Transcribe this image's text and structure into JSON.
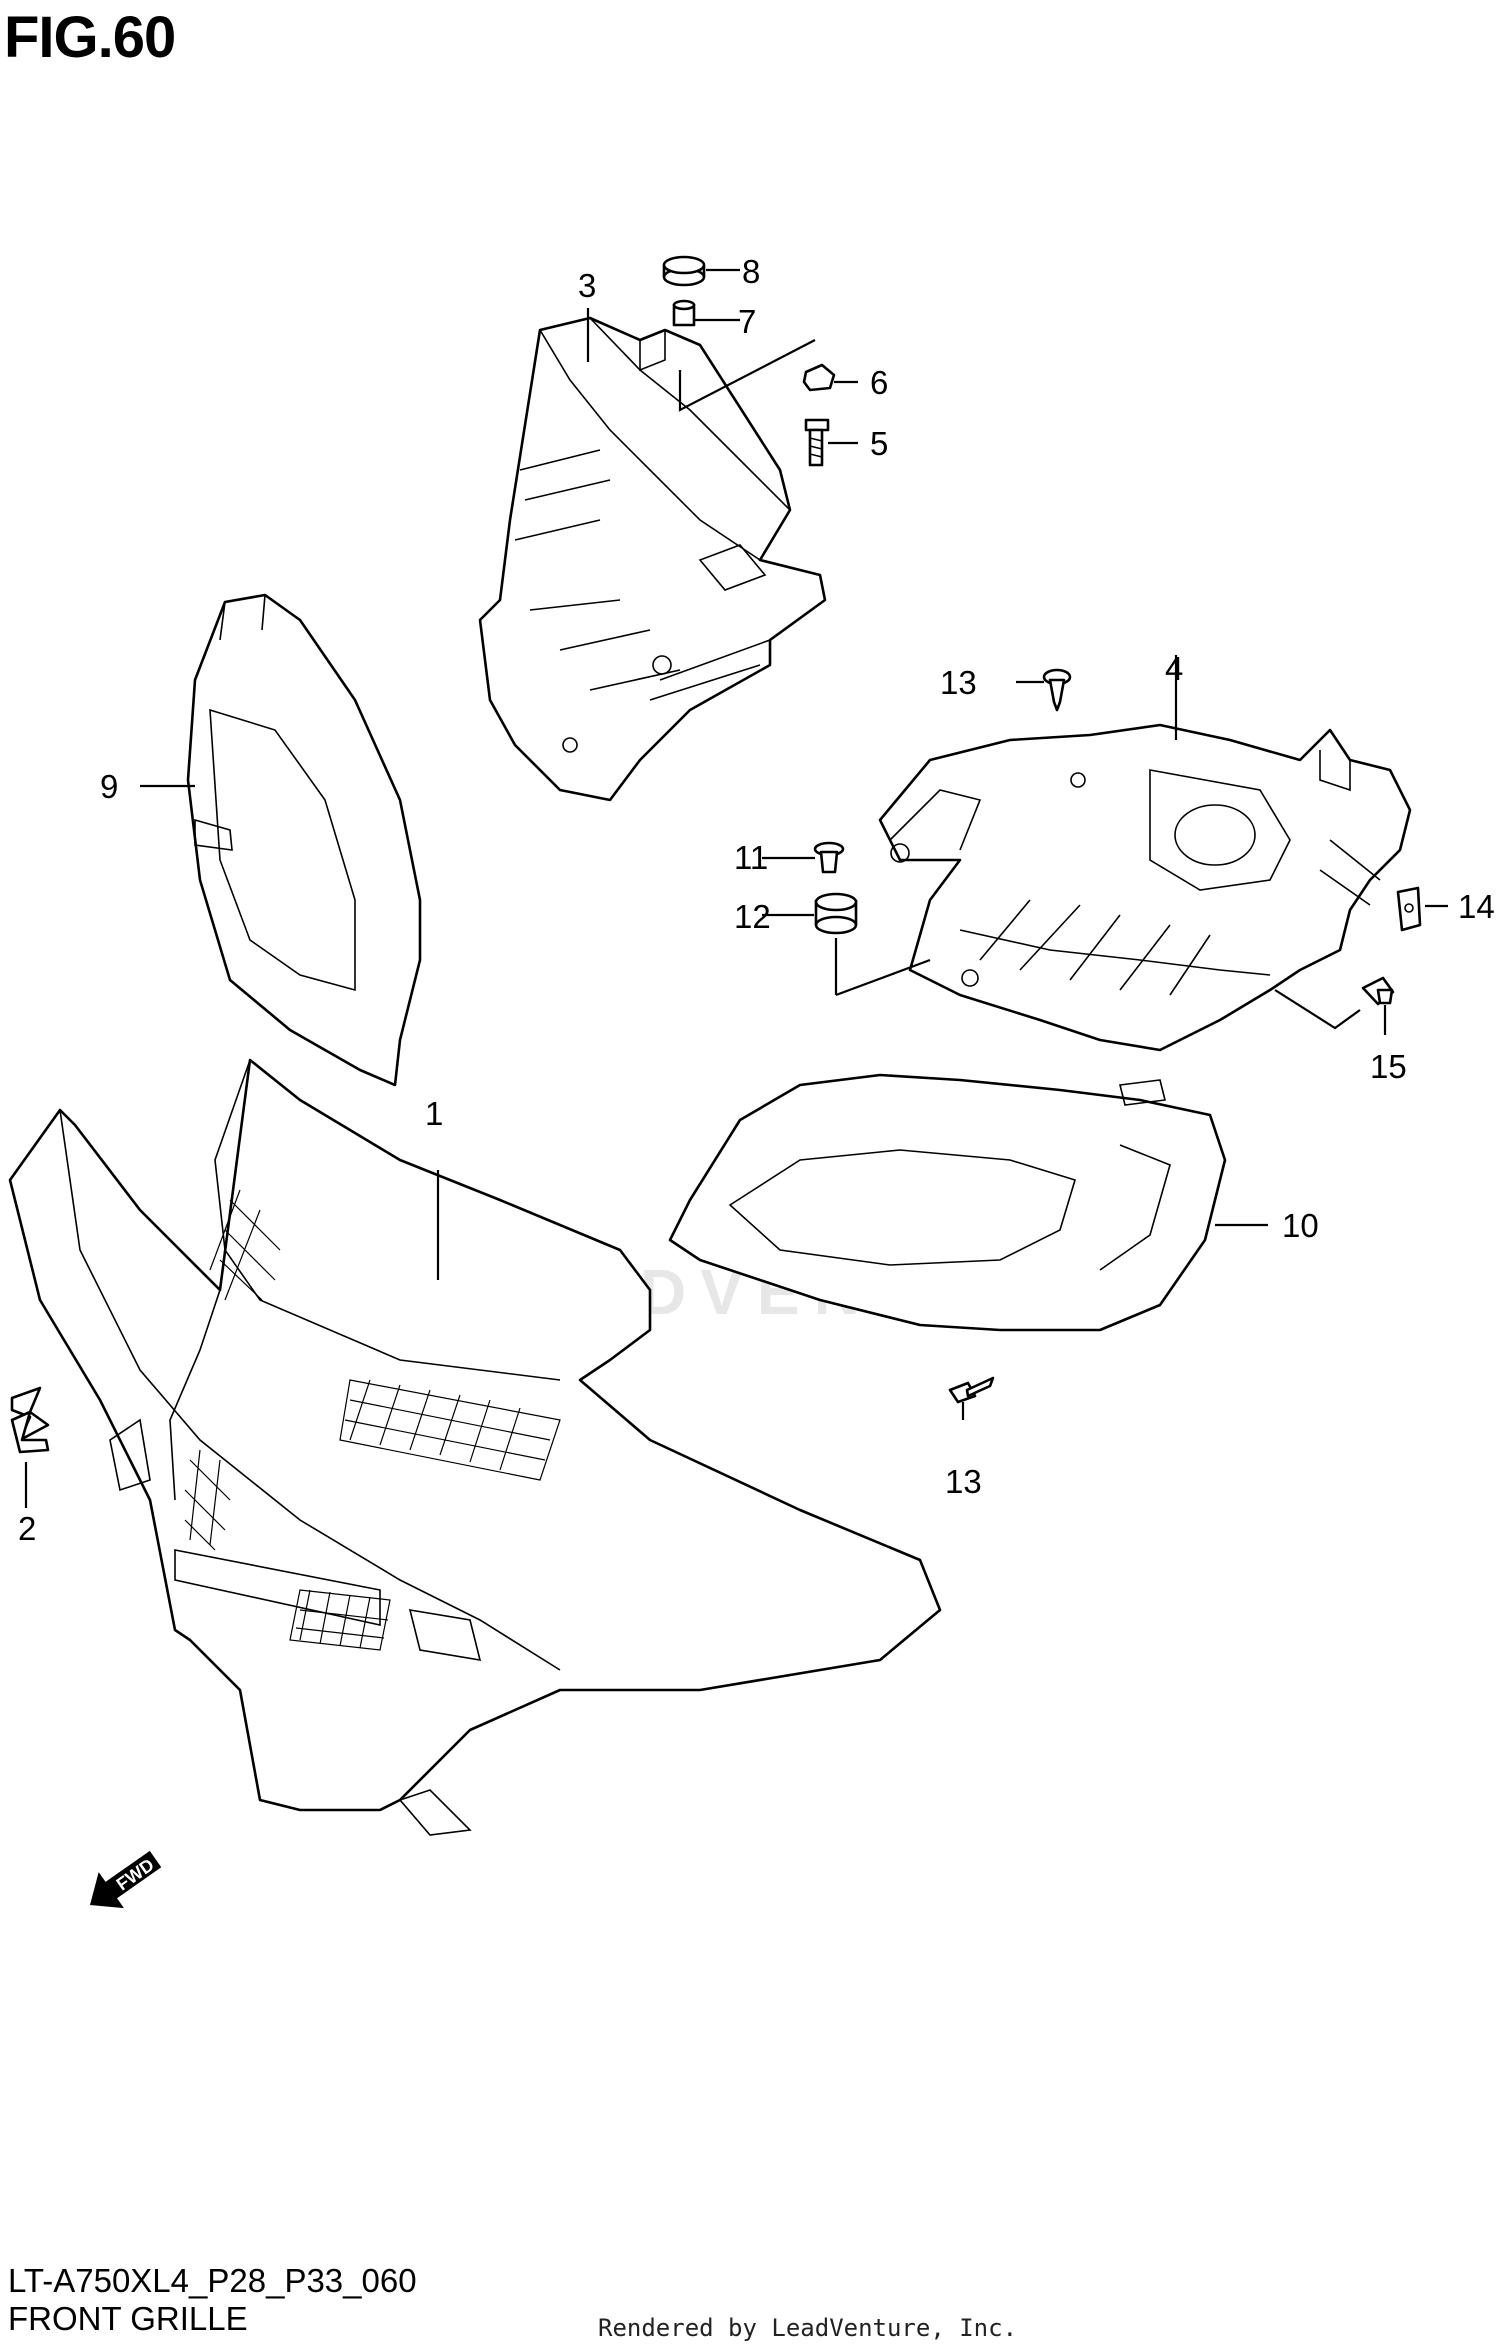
{
  "header": {
    "figure_title": "FIG.60"
  },
  "footer": {
    "model_code": "LT-A750XL4_P28_P33_060",
    "section_name": "FRONT GRILLE",
    "render_credit": "Rendered by LeadVenture, Inc."
  },
  "watermark": {
    "text": "LEADVENTURE"
  },
  "fwd_arrow": {
    "text": "FWD"
  },
  "callouts": [
    "1",
    "2",
    "3",
    "4",
    "5",
    "6",
    "7",
    "8",
    "9",
    "10",
    "11",
    "12",
    "13",
    "13",
    "14",
    "15"
  ],
  "colors": {
    "line": "#000000",
    "background": "#ffffff",
    "watermark": "#e7e7e7"
  }
}
